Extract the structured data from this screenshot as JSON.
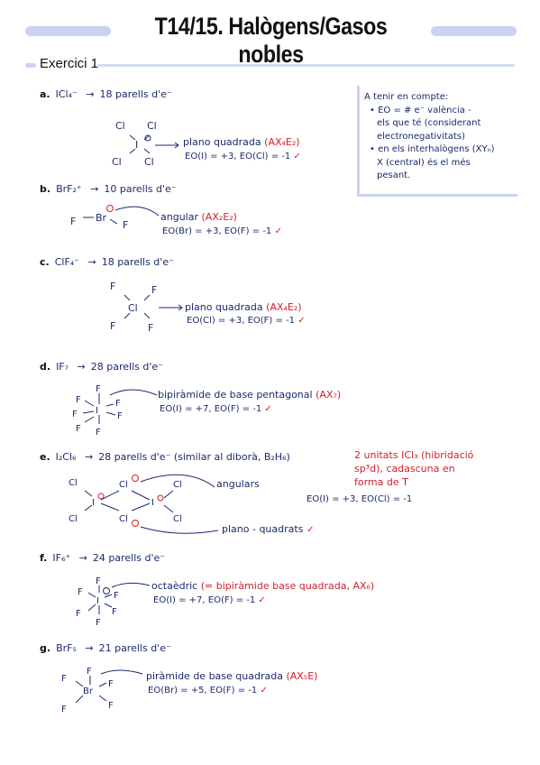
{
  "title": "T14/15. Halògens/Gasos nobles",
  "exercise": "Exercici 1",
  "note": {
    "lines": [
      "A tenir en compte:",
      "• EO = # e⁻ valència -",
      "  els que té (considerant",
      "  electronegativitats)",
      "• en els interhalògens (XYₙ)",
      "  X (central) és el més",
      "  pesant."
    ]
  },
  "items": [
    {
      "label": "a.",
      "formula": "ICl₄⁻",
      "pairs": "18 parells d'e⁻",
      "geometry": "plano quadrada",
      "notation": "(AX₄E₂)",
      "eo": "EO(I) = +3,  EO(Cl) = -1",
      "check": "✓"
    },
    {
      "label": "b.",
      "formula": "BrF₂⁺",
      "pairs": "10 parells d'e⁻",
      "geometry": "angular",
      "notation": "(AX₂E₂)",
      "eo": "EO(Br) = +3,  EO(F) = -1",
      "check": "✓"
    },
    {
      "label": "c.",
      "formula": "ClF₄⁻",
      "pairs": "18 parells d'e⁻",
      "geometry": "plano quadrada",
      "notation": "(AX₄E₂)",
      "eo": "EO(Cl) = +3,  EO(F) = -1",
      "check": "✓"
    },
    {
      "label": "d.",
      "formula": "IF₇",
      "pairs": "28 parells d'e⁻",
      "geometry": "bipiràmide de base pentagonal",
      "notation": "(AX₇)",
      "eo": "EO(I) = +7,  EO(F) = -1",
      "check": "✓"
    },
    {
      "label": "e.",
      "formula": "I₂Cl₆",
      "pairs": "28 parells d'e⁻  (similar al diborà, B₂H₆)",
      "geometry": "angulars",
      "geometry2": "plano - quadrats",
      "eo": "EO(I) = +3,  EO(Cl) = -1",
      "check": "✓",
      "red_note": [
        "2 unitats ICl₃ (hibridació",
        "sp³d), cadascuna en",
        "forma de T"
      ]
    },
    {
      "label": "f.",
      "formula": "IF₆⁺",
      "pairs": "24 parells d'e⁻",
      "geometry": "octaèdric",
      "notation": "(= bipiràmide base quadrada, AX₆)",
      "eo": "EO(I) = +7,  EO(F) = -1",
      "check": "✓"
    },
    {
      "label": "g.",
      "formula": "BrF₅",
      "pairs": "21 parells d'e⁻",
      "geometry": "piràmide de base quadrada",
      "notation": "(AX₅E)",
      "eo": "EO(Br) = +5,  EO(F) = -1",
      "check": "✓"
    }
  ],
  "atoms": {
    "I": "I",
    "Cl": "Cl",
    "F": "F",
    "Br": "Br"
  },
  "arrow": "→",
  "colors": {
    "ink": "#1b2a6b",
    "accent": "#d0202b",
    "bar": "#c9d3f1"
  }
}
